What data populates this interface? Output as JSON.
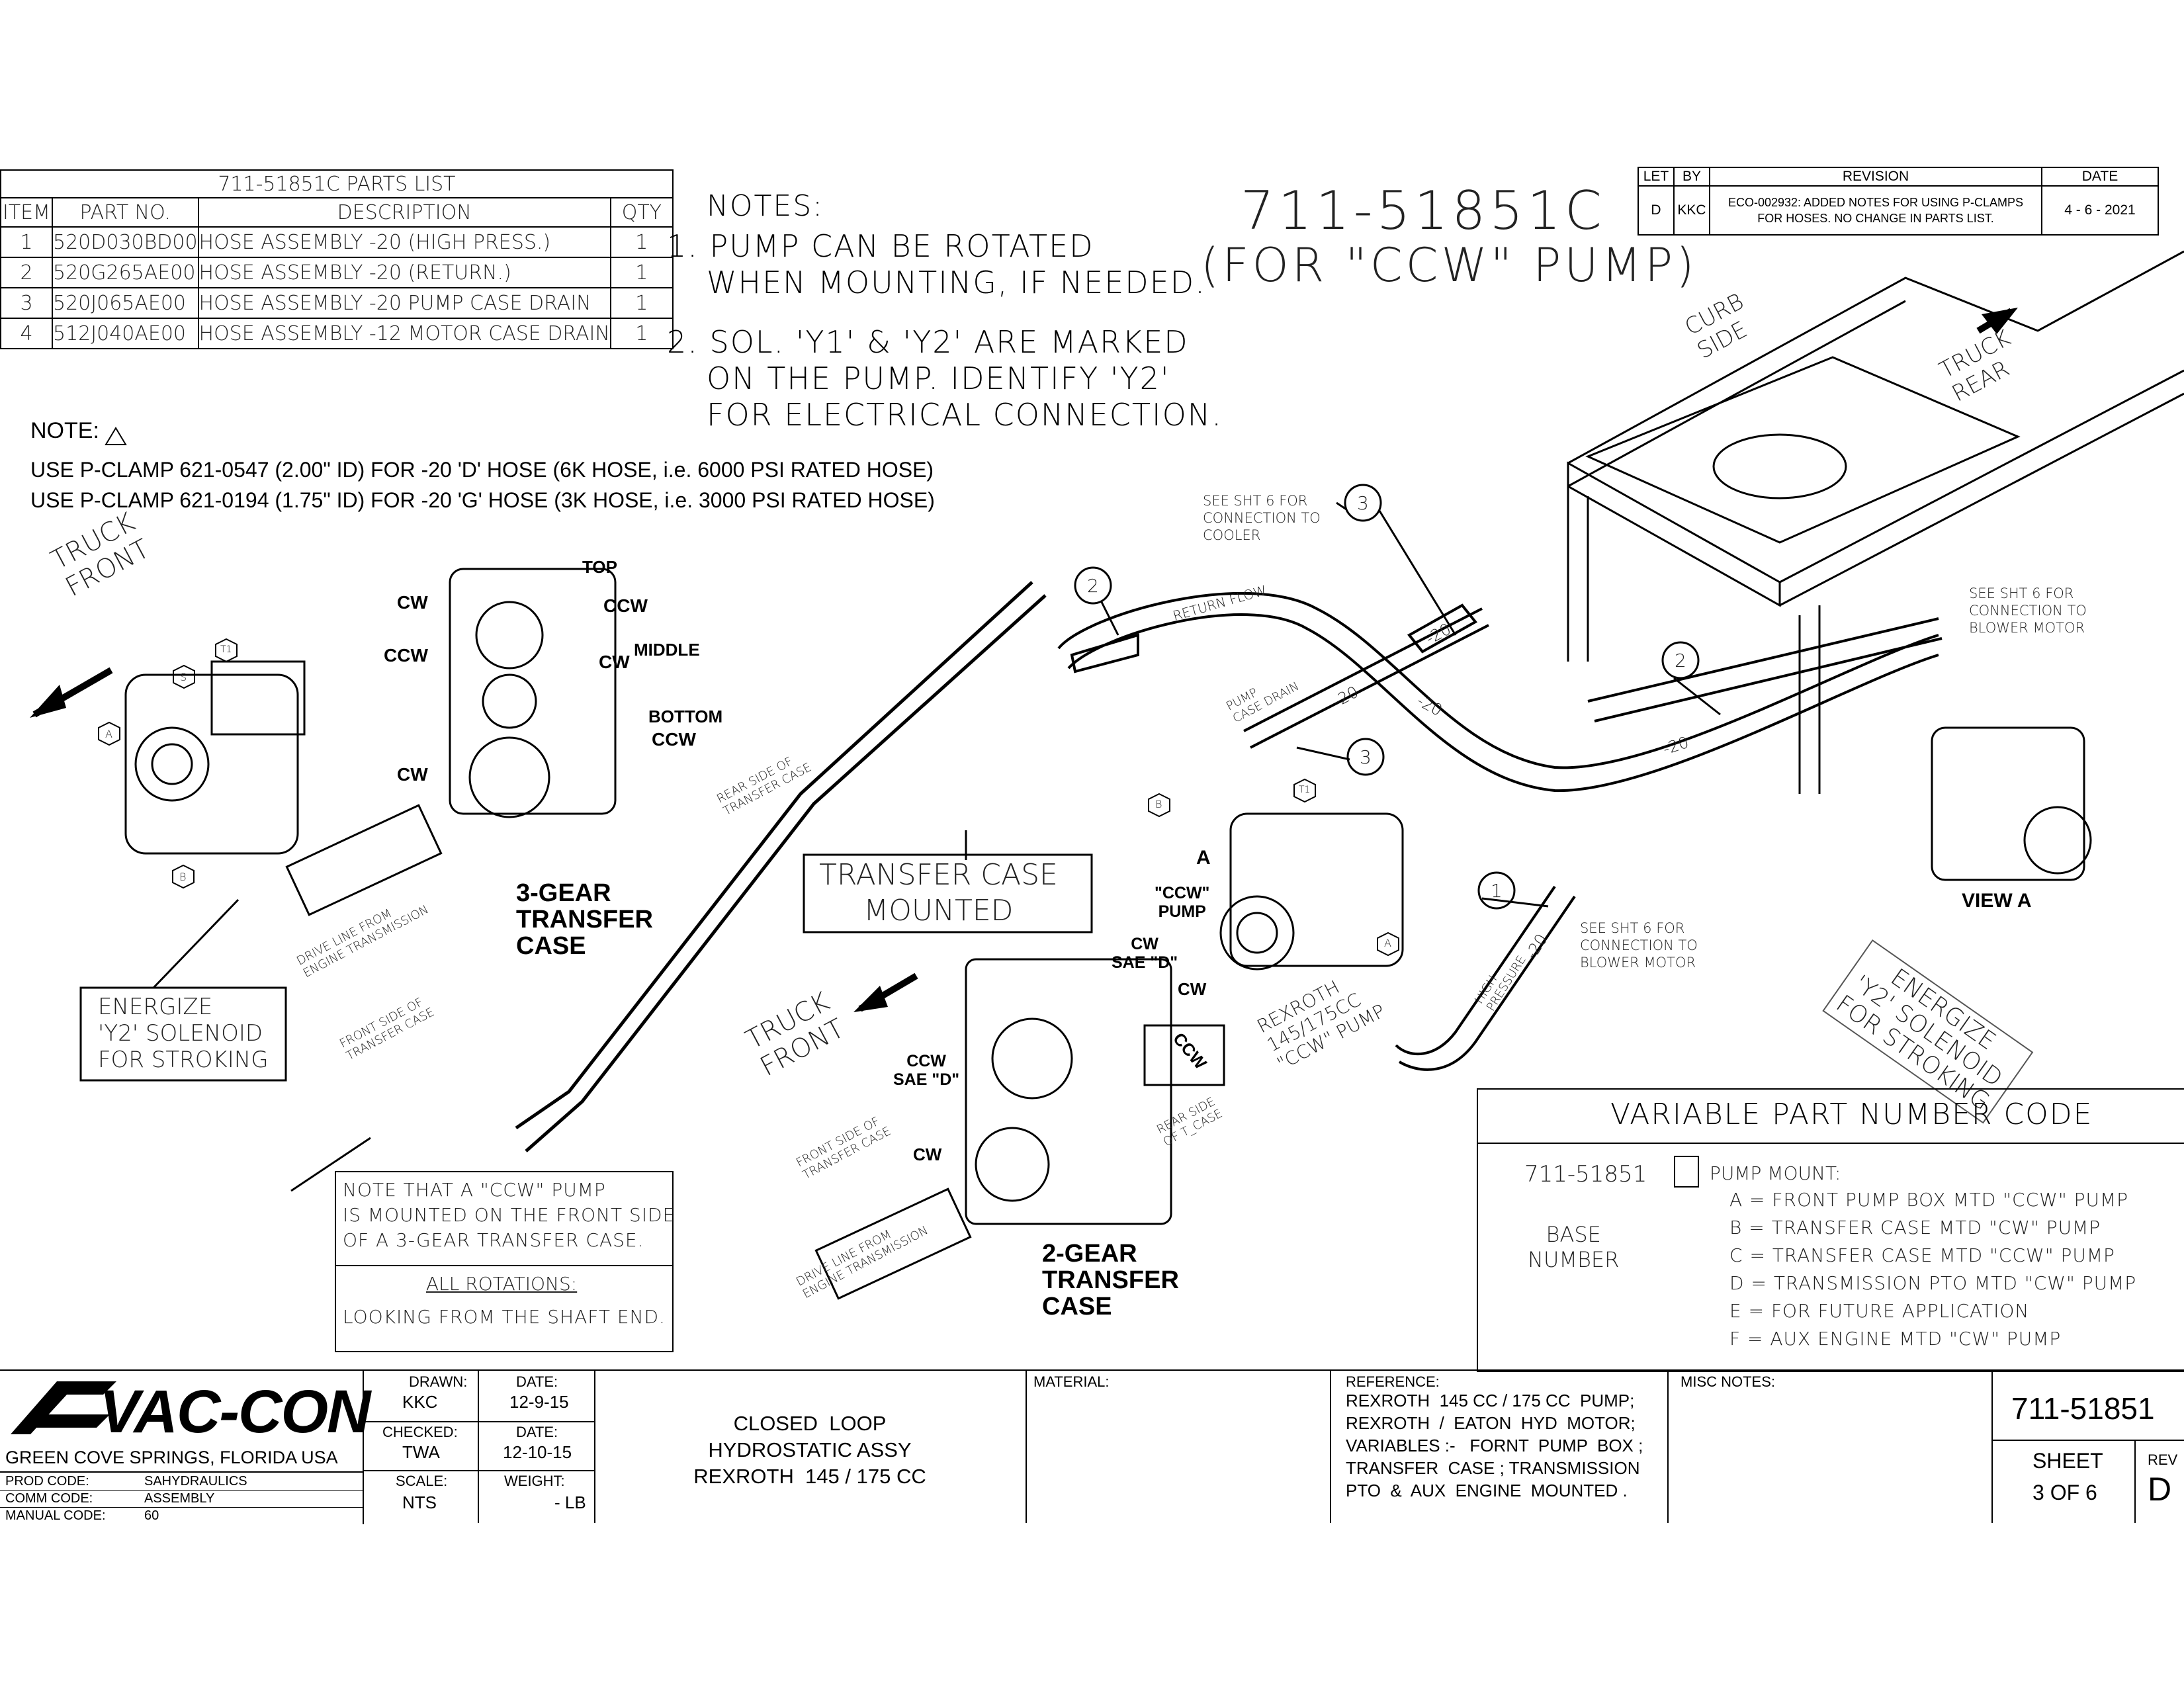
{
  "parts_list": {
    "title": "711-51851C PARTS LIST",
    "headers": [
      "ITEM",
      "PART NO.",
      "DESCRIPTION",
      "QTY"
    ],
    "rows": [
      [
        "1",
        "520D030BD00",
        "HOSE ASSEMBLY -20 (HIGH PRESS.)",
        "1"
      ],
      [
        "2",
        "520G265AE00",
        "HOSE ASSEMBLY -20 (RETURN.)",
        "1"
      ],
      [
        "3",
        "520J065AE00",
        "HOSE ASSEMBLY -20   PUMP CASE DRAIN",
        "1"
      ],
      [
        "4",
        "512J040AE00",
        "HOSE ASSEMBLY -12 MOTOR CASE DRAIN",
        "1"
      ]
    ]
  },
  "notes": {
    "heading": "NOTES:",
    "n1a": "1. PUMP CAN BE ROTATED",
    "n1b": "WHEN MOUNTING, IF NEEDED.",
    "n2a": "2. SOL. 'Y1' & 'Y2' ARE MARKED",
    "n2b": "ON THE PUMP. IDENTIFY 'Y2'",
    "n2c": "FOR ELECTRICAL CONNECTION."
  },
  "big_title": {
    "line1": "711-51851C",
    "line2": "(FOR \"CCW\" PUMP)"
  },
  "revision": {
    "headers": [
      "LET",
      "BY",
      "REVISION",
      "DATE"
    ],
    "let": "D",
    "by": "KKC",
    "text1": "ECO-002932: ADDED NOTES FOR USING P-CLAMPS",
    "text2": "FOR HOSES. NO CHANGE IN PARTS LIST.",
    "date": "4 - 6 - 2021"
  },
  "clamp_note": {
    "heading": "NOTE:",
    "line1": "USE P-CLAMP 621-0547 (2.00\" ID) FOR -20 'D' HOSE (6K HOSE, i.e. 6000 PSI RATED HOSE)",
    "line2": "USE P-CLAMP 621-0194 (1.75\" ID) FOR -20 'G' HOSE (3K HOSE, i.e. 3000 PSI RATED HOSE)"
  },
  "labels": {
    "truck_front": "TRUCK\nFRONT",
    "cw": "CW",
    "ccw": "CCW",
    "top": "TOP",
    "middle": "MIDDLE",
    "bottom": "BOTTOM",
    "gear3": "3-GEAR\nTRANSFER\nCASE",
    "gear2": "2-GEAR\nTRANSFER\nCASE",
    "rear_side": "REAR SIDE OF\nTRANSFER CASE",
    "front_side": "FRONT SIDE OF\nTRANSFER CASE",
    "drive_line": "DRIVE LINE FROM\nENGINE TRANSMISSION",
    "energize": "ENERGIZE\n'Y2' SOLENOID\nFOR STROKING",
    "transfer_mounted": "TRANSFER CASE\nMOUNTED",
    "curb_side": "CURB\nSIDE",
    "truck_rear": "TRUCK\nREAR",
    "see_cooler": "SEE SHT 6 FOR\nCONNECTION TO\nCOOLER",
    "see_blower": "SEE SHT 6 FOR\nCONNECTION TO\nBLOWER MOTOR",
    "return_flow": "RETURN FLOW",
    "pump_case_drain": "PUMP\nCASE DRAIN",
    "high_pressure": "HIGH\nPRESSURE",
    "dash20": "-20",
    "ccw_pump": "\"CCW\"\nPUMP",
    "cw_sae_d": "CW\nSAE \"D\"",
    "ccw_sae_d": "CCW\nSAE \"D\"",
    "rexroth": "REXROTH\n145/175CC\n\"CCW\" PUMP",
    "view_a": "VIEW A",
    "letter_a": "A",
    "rear_side_t": "REAR SIDE\nOF T_CASE",
    "n1": "1",
    "n2": "2",
    "n3": "3",
    "b": "B",
    "s": "S",
    "t1": "T1"
  },
  "ccw_note": {
    "line1": "NOTE THAT A \"CCW\" PUMP",
    "line2": "IS MOUNTED ON THE FRONT SIDE",
    "line3": "OF A 3-GEAR TRANSFER CASE.",
    "rot_heading": "ALL ROTATIONS:",
    "rot_text": "LOOKING FROM THE SHAFT END."
  },
  "vpn": {
    "title": "VARIABLE PART NUMBER CODE",
    "base_number": "711-51851",
    "base_label": "BASE\nNUMBER",
    "pump_mount": "PUMP MOUNT:",
    "options": [
      "A  =  FRONT PUMP BOX MTD   \"CCW\" PUMP",
      "B  =  TRANSFER CASE MTD \"CW\" PUMP",
      "C  =  TRANSFER CASE MTD \"CCW\" PUMP",
      "D  =  TRANSMISSION PTO MTD \"CW\" PUMP",
      "E  =  FOR FUTURE APPLICATION",
      "F  =  AUX ENGINE MTD \"CW\" PUMP"
    ]
  },
  "title_block": {
    "company": "VAC-CON",
    "location": "GREEN COVE SPRINGS, FLORIDA USA",
    "prod_code_label": "PROD CODE:",
    "prod_code": "SAHYDRAULICS",
    "comm_code_label": "COMM CODE:",
    "comm_code": "ASSEMBLY",
    "manual_code_label": "MANUAL CODE:",
    "manual_code": "60",
    "drawn_label": "DRAWN:",
    "drawn": "KKC",
    "date_label": "DATE:",
    "drawn_date": "12-9-15",
    "checked_label": "CHECKED:",
    "checked": "TWA",
    "checked_date": "12-10-15",
    "scale_label": "SCALE:",
    "scale": "NTS",
    "weight_label": "WEIGHT:",
    "weight": "- LB",
    "title": "CLOSED  LOOP\nHYDROSTATIC ASSY\nREXROTH  145 / 175 CC",
    "material_label": "MATERIAL:",
    "reference_label": "REFERENCE:",
    "reference": "REXROTH  145 CC / 175 CC  PUMP;\nREXROTH  /  EATON  HYD  MOTOR;\nVARIABLES :-   FORNT  PUMP  BOX ;\nTRANSFER  CASE ; TRANSMISSION\nPTO  &  AUX  ENGINE  MOUNTED .",
    "misc_label": "MISC NOTES:",
    "dwg_no": "711-51851",
    "sheet_label": "SHEET",
    "sheet": "3 OF 6",
    "rev_label": "REV",
    "rev": "D"
  }
}
